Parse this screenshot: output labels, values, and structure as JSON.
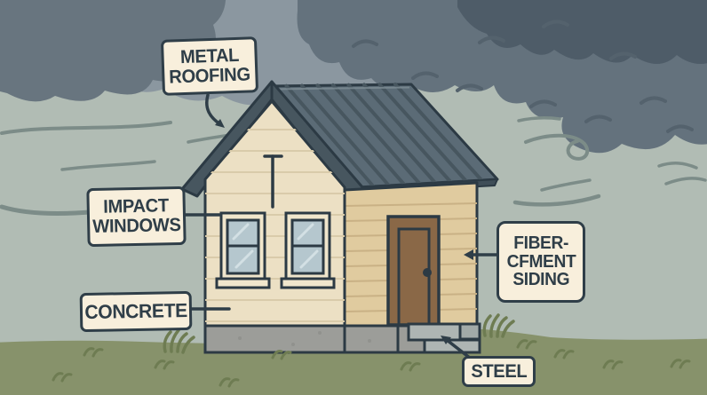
{
  "illustration": {
    "subject": "storm-resistant house materials diagram",
    "labels": {
      "metal_roofing": {
        "lines": [
          "METAL",
          "ROOFING"
        ]
      },
      "impact_windows": {
        "lines": [
          "IMPACT",
          "WINDOWS"
        ]
      },
      "concrete": {
        "lines": [
          "CONCRETE"
        ]
      },
      "fiber_cement_siding": {
        "lines": [
          "FIBER-",
          "CFMENT",
          "SIDING"
        ]
      },
      "steel": {
        "lines": [
          "STEEL"
        ]
      }
    }
  },
  "palette": {
    "sky": "#b1bcb4",
    "cloud_medium": "#8b97a0",
    "cloud_dark_left": "#68757f",
    "cloud_dark_right": "#64727d",
    "cloud_darkest": "#4e5c68",
    "cloud_mark": "#54626d",
    "wind_line": "#7c8c88",
    "grass": "#87926b",
    "grass_tuft": "#6e7c52",
    "outline": "#2c3a44",
    "roof": "#5b6b76",
    "roof_seam": "#47565f",
    "roof_band": "#47565f",
    "wall_front": "#ece0c4",
    "wall_front_line": "#d9cbaa",
    "wall_side": "#e0cb9f",
    "wall_side_line": "#c9b185",
    "window_frame": "#f0e6cc",
    "window_glass": "#b5c7ce",
    "window_streak": "#d3e0e4",
    "door": "#8a6847",
    "foundation": "#9c9d99",
    "steps": "#aeb5b3",
    "label_bg": "#f8efdc",
    "label_border": "#2f3e48",
    "label_text": "#2f3e48"
  }
}
